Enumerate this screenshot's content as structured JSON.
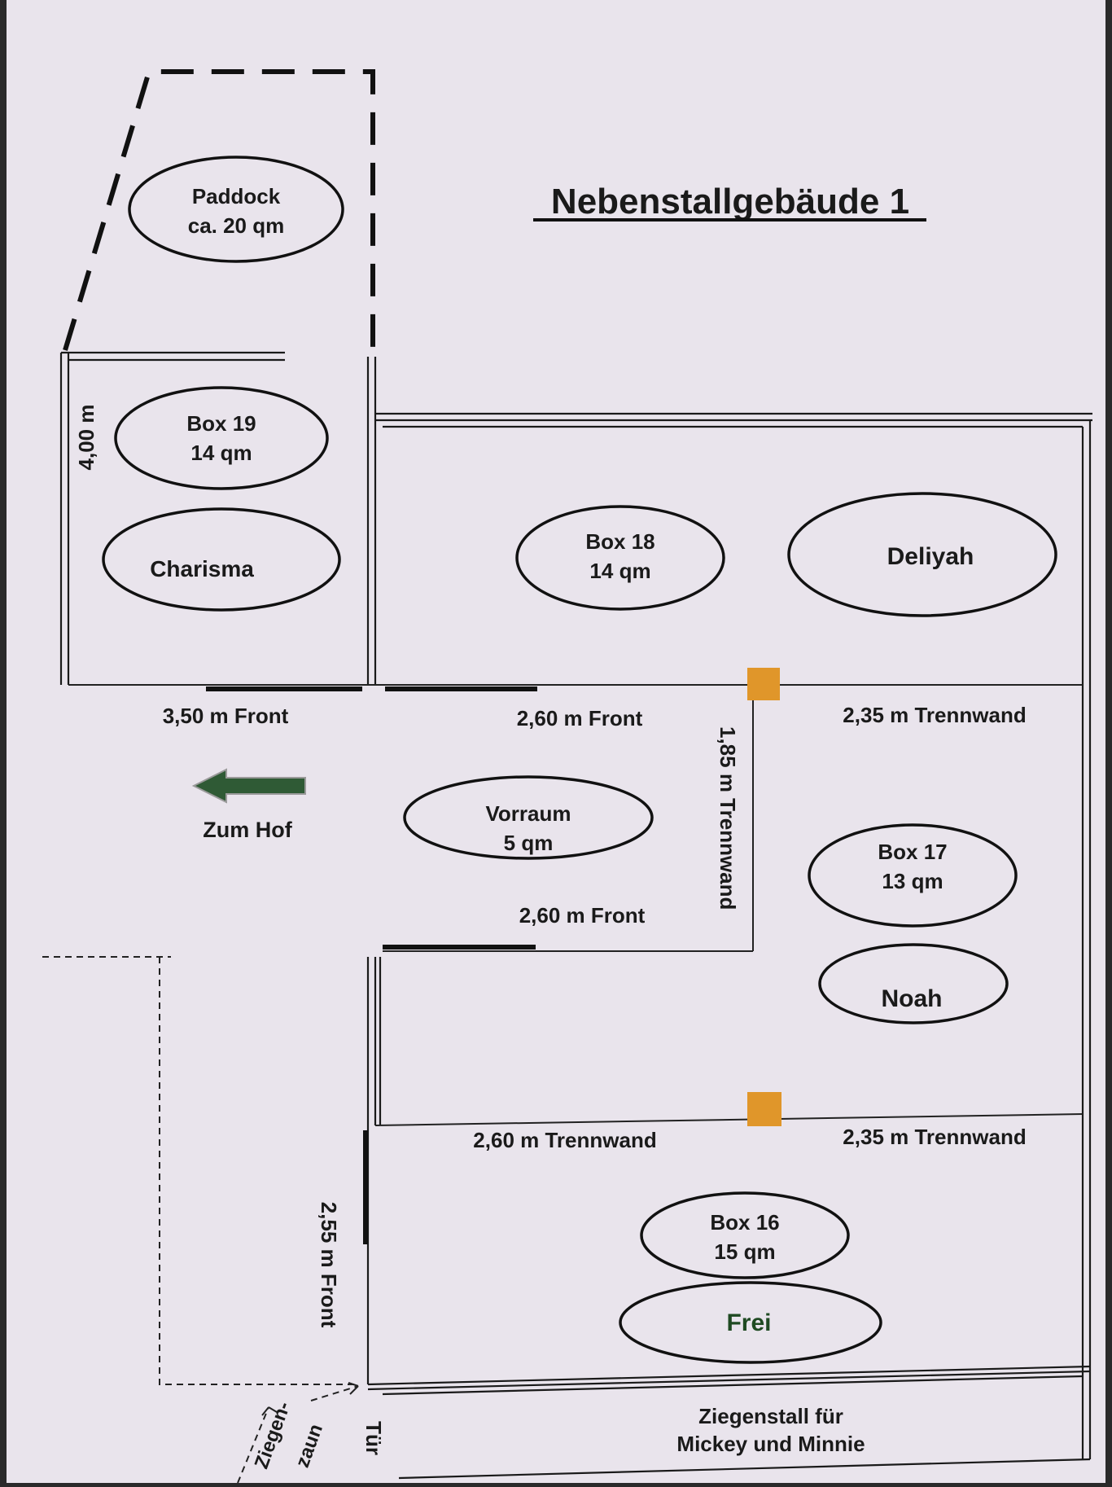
{
  "title": "Nebenstallgebäude 1",
  "colors": {
    "paper": "#e9e4ec",
    "post": "#e0962a",
    "arrow": "#2f5a35",
    "ink": "#1a1a1a",
    "name_green": "#1f4a22"
  },
  "areas": {
    "paddock": {
      "name": "Paddock",
      "size": "ca. 20 qm"
    },
    "box19": {
      "name": "Box 19",
      "size": "14 qm",
      "horse": "Charisma"
    },
    "box18": {
      "name": "Box 18",
      "size": "14 qm",
      "horse": "Deliyah"
    },
    "vorraum": {
      "name": "Vorraum",
      "size": "5 qm"
    },
    "box17": {
      "name": "Box 17",
      "size": "13 qm",
      "horse": "Noah"
    },
    "box16": {
      "name": "Box 16",
      "size": "15 qm",
      "horse": "Frei"
    },
    "ziegenstall": {
      "line1": "Ziegenstall für",
      "line2": "Mickey und Minnie"
    }
  },
  "measurements": {
    "box19_depth": "4,00 m",
    "box19_front": "3,50 m Front",
    "box18_front": "2,60 m Front",
    "box18_divider": "2,35 m Trennwand",
    "vorraum_divider": "1,85  m Trennwand",
    "box17_front": "2,60 m Front",
    "box16_divider_left": "2,60 m Trennwand",
    "box16_divider_right": "2,35 m Trennwand",
    "box16_front": "2,55 m Front"
  },
  "labels": {
    "to_yard": "Zum Hof",
    "door": "Tür",
    "goat_fence_1": "Ziegen-",
    "goat_fence_2": "zaun"
  }
}
